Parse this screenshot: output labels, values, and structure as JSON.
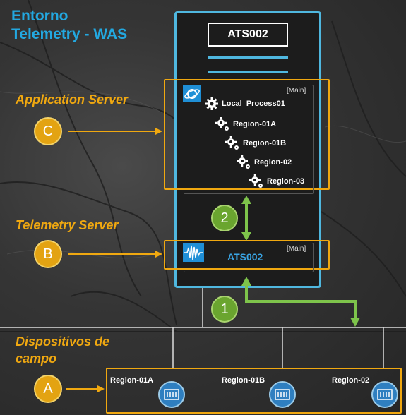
{
  "title": {
    "line1": "Entorno",
    "line2": "Telemetry - WAS"
  },
  "sections": {
    "app_server": "Application Server",
    "telemetry_server": "Telemetry Server",
    "field_devices_line1": "Dispositivos de",
    "field_devices_line2": "campo"
  },
  "markers": {
    "a": "A",
    "b": "B",
    "c": "C",
    "one": "1",
    "two": "2"
  },
  "server": {
    "name": "ATS002"
  },
  "app_box": {
    "tag": "[Main]",
    "processes": [
      "Local_Process01",
      "Region-01A",
      "Region-01B",
      "Region-02",
      "Region-03"
    ]
  },
  "telemetry_box": {
    "tag": "[Main]",
    "name": "ATS002"
  },
  "devices": [
    "Region-01A",
    "Region-01B",
    "Region-02"
  ],
  "colors": {
    "accent_blue": "#23a8e0",
    "orange": "#f0a810",
    "green": "#6aa52f",
    "panel_border": "#4fb7df"
  }
}
